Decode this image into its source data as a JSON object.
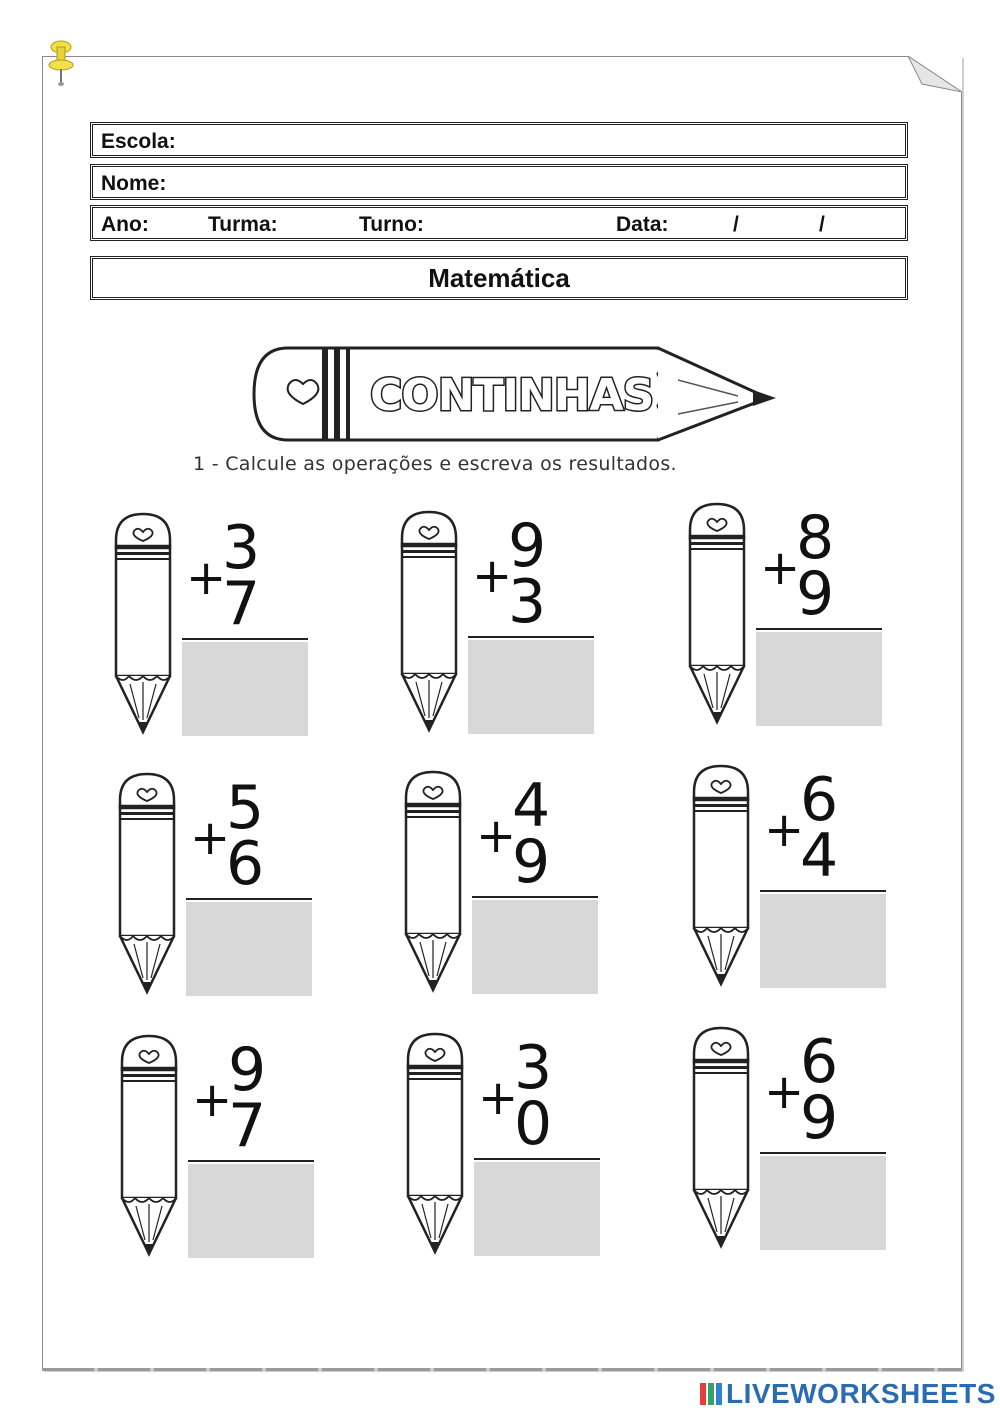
{
  "header": {
    "escola_label": "Escola:",
    "nome_label": "Nome:",
    "ano_label": "Ano:",
    "turma_label": "Turma:",
    "turno_label": "Turno:",
    "data_label": "Data:",
    "date_sep1": "/",
    "date_sep2": "/"
  },
  "subject": "Matemática",
  "banner_title": "CONTINHAS",
  "instruction": "1 -  Calcule as operações e escreva os resultados.",
  "problems": [
    {
      "op": "+",
      "a": "3",
      "b": "7"
    },
    {
      "op": "+",
      "a": "9",
      "b": "3"
    },
    {
      "op": "+",
      "a": "8",
      "b": "9"
    },
    {
      "op": "+",
      "a": "5",
      "b": "6"
    },
    {
      "op": "+",
      "a": "4",
      "b": "9"
    },
    {
      "op": "+",
      "a": "6",
      "b": "4"
    },
    {
      "op": "+",
      "a": "9",
      "b": "7"
    },
    {
      "op": "+",
      "a": "3",
      "b": "0"
    },
    {
      "op": "+",
      "a": "6",
      "b": "9"
    }
  ],
  "footer": {
    "brand": "LIVEWORKSHEETS"
  },
  "colors": {
    "answer_box": "#d8d8d8",
    "brand": "#2b6cb0"
  }
}
